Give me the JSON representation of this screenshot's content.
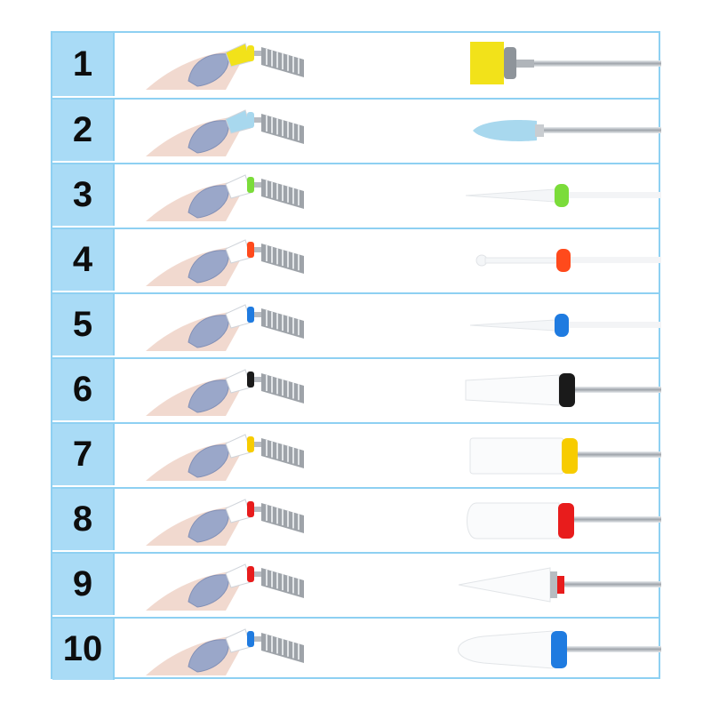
{
  "rows": [
    {
      "number": "1",
      "bit_shape": "mop-brush",
      "head_color": "#f2e21a",
      "band_color": "#f2e21a",
      "icon": "brush-bit-icon"
    },
    {
      "number": "2",
      "bit_shape": "flame-stone",
      "head_color": "#a8d8ee",
      "band_color": "#a8d8ee",
      "icon": "stone-bit-icon"
    },
    {
      "number": "3",
      "bit_shape": "cuticle-long",
      "head_color": "#ffffff",
      "band_color": "#7bdc3a",
      "icon": "ceramic-bit-icon"
    },
    {
      "number": "4",
      "bit_shape": "ball-needle",
      "head_color": "#ffffff",
      "band_color": "#ff4a1c",
      "icon": "ceramic-bit-icon"
    },
    {
      "number": "5",
      "bit_shape": "needle-cone",
      "head_color": "#ffffff",
      "band_color": "#1f7be0",
      "icon": "ceramic-bit-icon"
    },
    {
      "number": "6",
      "bit_shape": "barrel-taper",
      "head_color": "#ffffff",
      "band_color": "#1a1a1a",
      "icon": "ceramic-bit-icon"
    },
    {
      "number": "7",
      "bit_shape": "barrel-large",
      "head_color": "#ffffff",
      "band_color": "#f7cc00",
      "icon": "ceramic-bit-icon"
    },
    {
      "number": "8",
      "bit_shape": "barrel-round",
      "head_color": "#ffffff",
      "band_color": "#e81c1c",
      "icon": "ceramic-bit-icon"
    },
    {
      "number": "9",
      "bit_shape": "cone-sharp",
      "head_color": "#ffffff",
      "band_color": "#e81c1c",
      "icon": "ceramic-bit-icon"
    },
    {
      "number": "10",
      "bit_shape": "bullet",
      "head_color": "#ffffff",
      "band_color": "#1f7be0",
      "icon": "ceramic-bit-icon"
    }
  ],
  "colors": {
    "number_bg": "#a9dbf6",
    "grid": "#8ed0f2",
    "nail": "#9aa7c9",
    "skin": "#f1d9cf",
    "steel": "#b8bcc2"
  }
}
